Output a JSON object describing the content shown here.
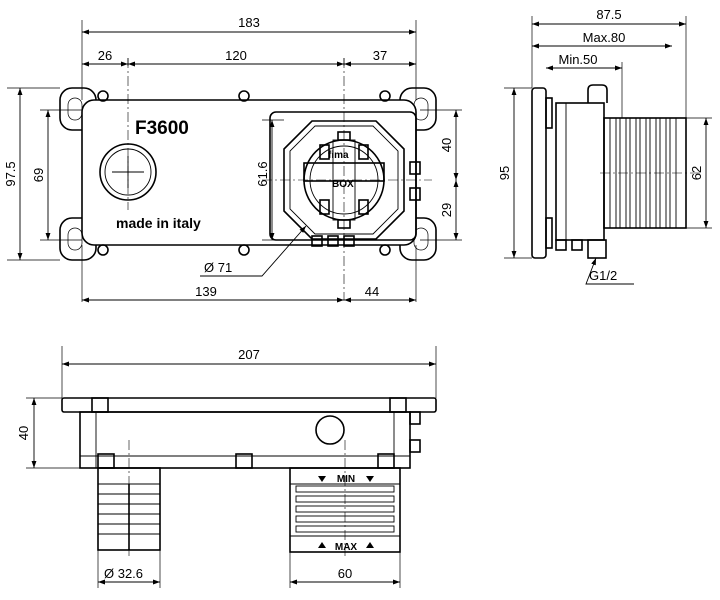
{
  "front_view": {
    "model": "F3600",
    "made_in": "made in italy",
    "logo_line1": "fima",
    "logo_line2": "BOX",
    "dim_overall_width": "183",
    "dim_left_offset": "26",
    "dim_center_spacing": "120",
    "dim_right_offset": "37",
    "dim_overall_height": "97.5",
    "dim_inner_height": "69",
    "dim_box_height": "61.6",
    "dim_upper_right": "40",
    "dim_lower_right": "29",
    "dim_diameter": "Ø 71",
    "dim_bottom_left": "139",
    "dim_bottom_right": "44"
  },
  "side_view": {
    "dim_depth": "87.5",
    "dim_max": "Max.80",
    "dim_min": "Min.50",
    "dim_height": "95",
    "dim_body_height": "62",
    "thread": "G1/2"
  },
  "bottom_view": {
    "dim_width": "207",
    "dim_height": "40",
    "dim_diameter": "Ø 32.6",
    "dim_width_right": "60",
    "label_min": "MIN",
    "label_max": "MAX"
  }
}
